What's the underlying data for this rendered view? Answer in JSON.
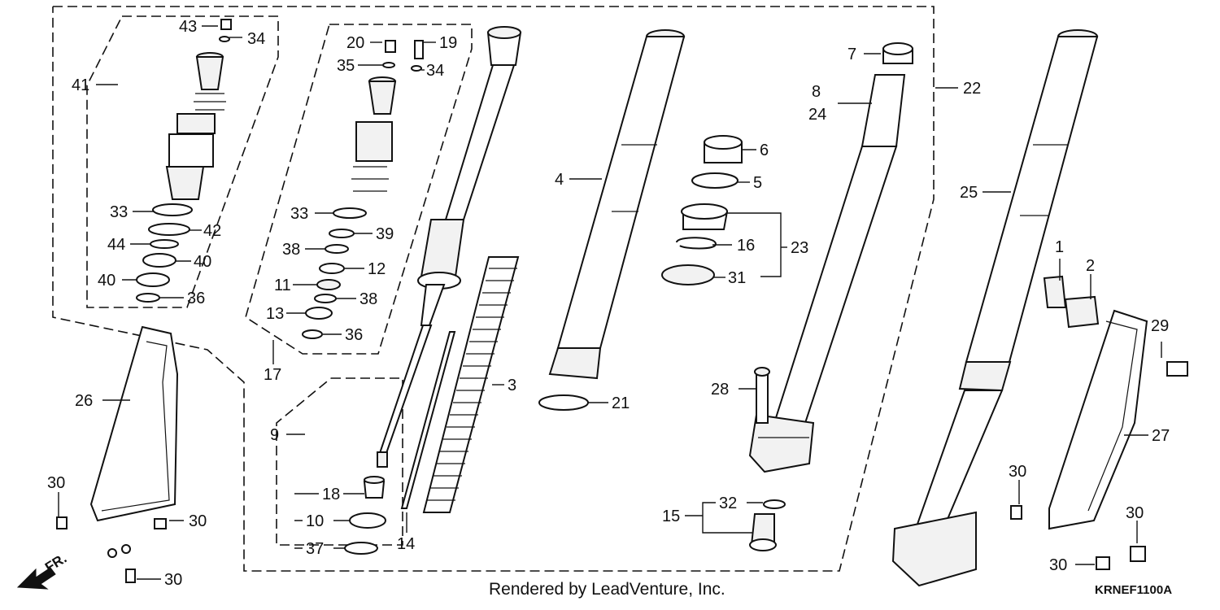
{
  "labels": {
    "l1": "1",
    "l2": "2",
    "l3": "3",
    "l4": "4",
    "l5": "5",
    "l6": "6",
    "l7": "7",
    "l8": "8",
    "l9": "9",
    "l10": "10",
    "l11": "11",
    "l12": "12",
    "l13": "13",
    "l14": "14",
    "l15": "15",
    "l16": "16",
    "l17": "17",
    "l18": "18",
    "l19": "19",
    "l20": "20",
    "l21": "21",
    "l22": "22",
    "l23": "23",
    "l24": "24",
    "l25": "25",
    "l26": "26",
    "l27": "27",
    "l28": "28",
    "l29": "29",
    "l30": "30",
    "l31": "31",
    "l32": "32",
    "l33": "33",
    "l34": "34",
    "l35": "35",
    "l36": "36",
    "l37": "37",
    "l38": "38",
    "l39": "39",
    "l40": "40",
    "l41": "41",
    "l42": "42",
    "l43": "43",
    "l44": "44"
  },
  "footer": {
    "credit": "Rendered by LeadVenture, Inc.",
    "code": "KRNEF1100A",
    "direction": "FR."
  }
}
